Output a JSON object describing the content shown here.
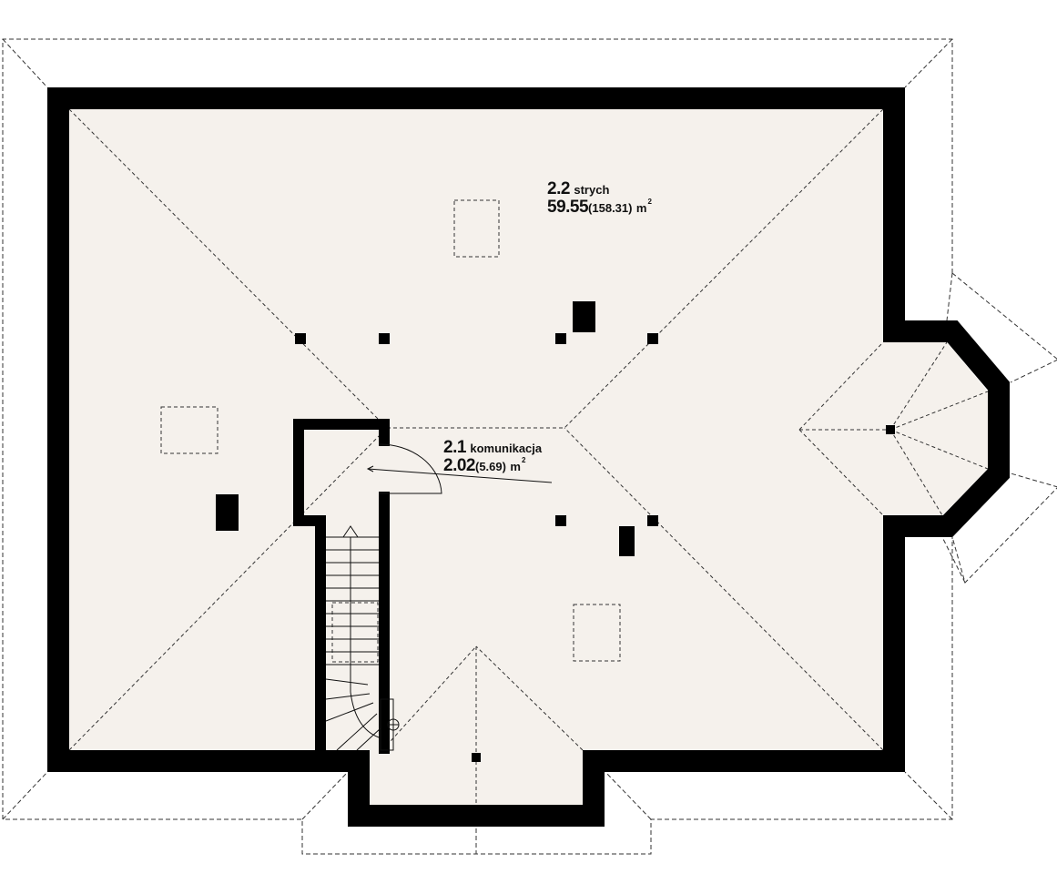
{
  "rooms": [
    {
      "number": "2.2",
      "name": "strych",
      "area": "59.55",
      "total_area": "(158.31)",
      "unit": "m",
      "unit_power": "2"
    },
    {
      "number": "2.1",
      "name": "komunikacja",
      "area": "2.02",
      "total_area": "(5.69)",
      "unit": "m",
      "unit_power": "2"
    }
  ],
  "colors": {
    "wall": "#000000",
    "floor": "#f5f1ec",
    "line": "#333333"
  }
}
